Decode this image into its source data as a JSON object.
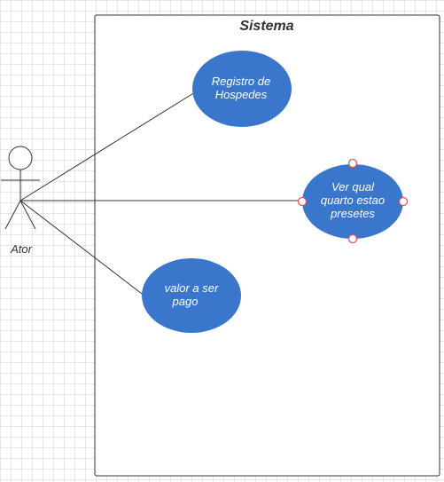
{
  "system": {
    "title": "Sistema"
  },
  "actor": {
    "label": "Ator"
  },
  "use_cases": [
    {
      "lines": [
        "Registro de",
        "Hospedes"
      ]
    },
    {
      "lines": [
        "Ver qual",
        "quarto estao",
        "presetes"
      ],
      "selected": true
    },
    {
      "lines": [
        "valor a ser",
        "pago"
      ]
    }
  ],
  "colors": {
    "use_case_fill": "#3a77cc",
    "use_case_text": "#ffffff",
    "selection_handle": "#e8525a",
    "grid": "#e6e6e6",
    "line": "#333333"
  }
}
